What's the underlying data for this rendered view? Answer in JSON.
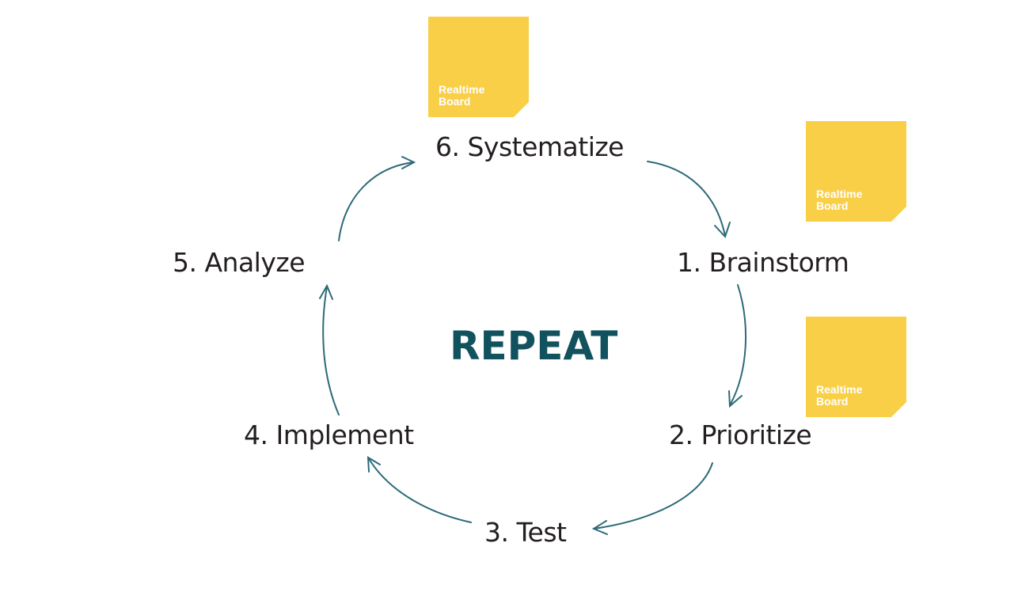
{
  "notes": [
    {
      "text": "Realtime Board"
    },
    {
      "text": "Realtime Board"
    },
    {
      "text": "Realtime Board"
    }
  ],
  "steps": {
    "s1": "1. Brainstorm",
    "s2": "2. Prioritize",
    "s3": "3. Test",
    "s4": "4. Implement",
    "s5": "5. Analyze",
    "s6": "6. Systematize"
  },
  "center": "REPEAT",
  "colors": {
    "note": "#f9cf47",
    "arrow": "#2d6a78",
    "center": "#12525e"
  }
}
